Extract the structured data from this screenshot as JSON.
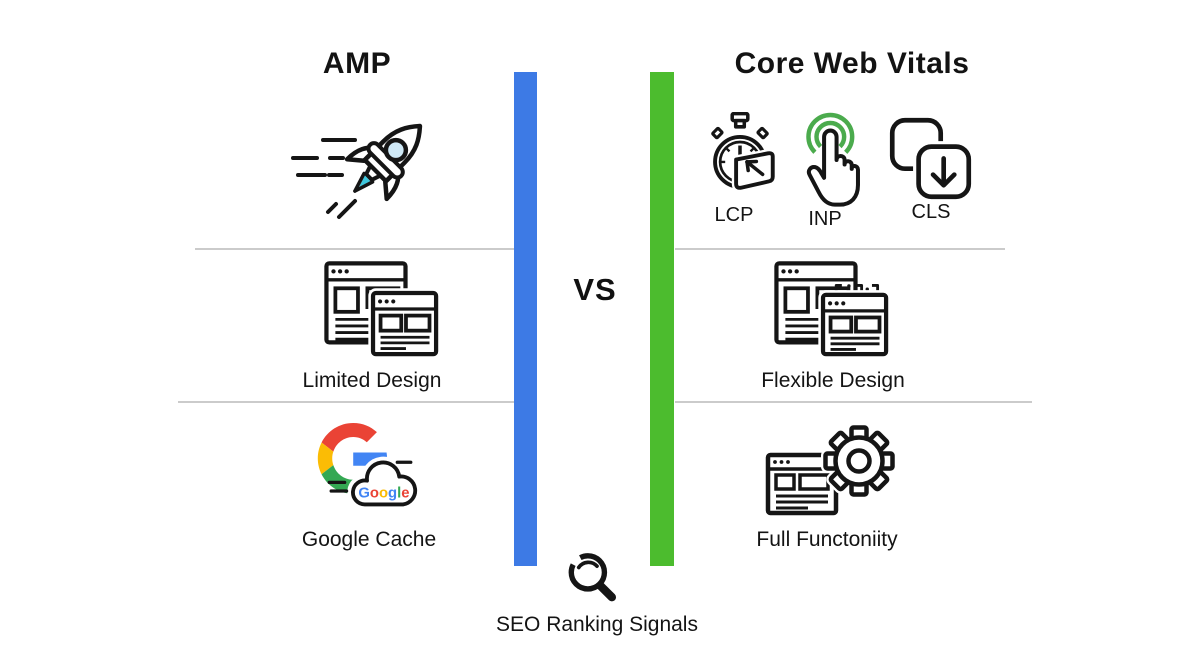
{
  "page": {
    "background": "#ffffff"
  },
  "left_column": {
    "title": "AMP",
    "rows": [
      {
        "icon": "rocket-icon",
        "label": ""
      },
      {
        "icon": "browser-windows-icon",
        "label": "Limited Design"
      },
      {
        "icon": "google-cloud-icon",
        "label": "Google Cache"
      }
    ]
  },
  "right_column": {
    "title": "Core Web Vitals",
    "metrics": [
      {
        "icon": "stopwatch-arrow-icon",
        "label": "LCP"
      },
      {
        "icon": "tap-hand-icon",
        "label": "INP"
      },
      {
        "icon": "layout-shift-icon",
        "label": "CLS"
      }
    ],
    "rows": [
      {
        "icon": "responsive-windows-icon",
        "label": "Flexible Design"
      },
      {
        "icon": "window-gear-icon",
        "label": "Full Functoniity"
      }
    ]
  },
  "center": {
    "vs": "VS",
    "seo_icon": "magnifier-icon",
    "seo_label": "SEO Ranking Signals"
  },
  "google_cloud": {
    "letters": [
      {
        "char": "G",
        "color": "#4285F4"
      },
      {
        "char": "o",
        "color": "#EA4335"
      },
      {
        "char": "o",
        "color": "#FBBC05"
      },
      {
        "char": "g",
        "color": "#4285F4"
      },
      {
        "char": "l",
        "color": "#34A853"
      },
      {
        "char": "e",
        "color": "#EA4335"
      }
    ]
  },
  "colors": {
    "blue_bar": "#3D7AE5",
    "green_bar": "#4CBC2E",
    "divider": "#CBCBCB",
    "ink": "#151515",
    "tap_green": "#4BAB4D",
    "rocket_window_blue": "#CFE9F6",
    "flame_cyan": "#3EC8DE",
    "google_blue": "#4285F4",
    "google_red": "#EA4335",
    "google_yellow": "#FBBC05",
    "google_green": "#34A853"
  }
}
